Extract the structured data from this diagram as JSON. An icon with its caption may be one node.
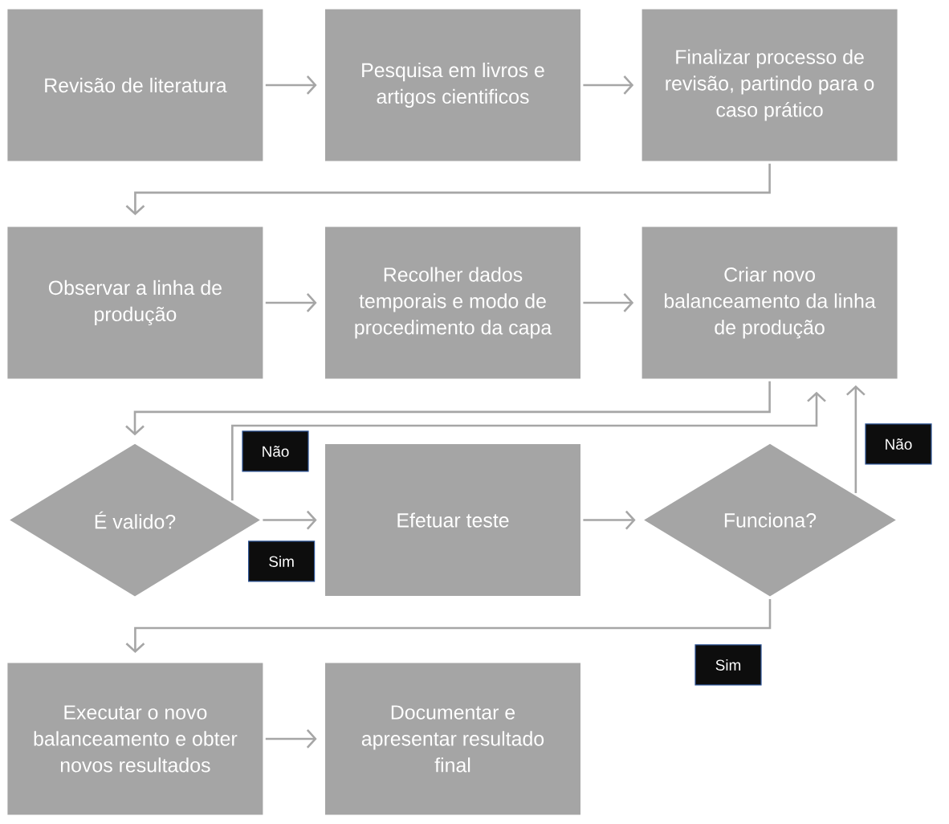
{
  "diagram": {
    "nodes": [
      {
        "text": [
          "Revisão de literatura"
        ]
      },
      {
        "text": [
          "Pesquisa em livros e artigos cientificos"
        ]
      },
      {
        "text": [
          "Finalizar processo de revisão, partindo para o caso prático"
        ]
      },
      {
        "text": [
          "Observar a linha de produção"
        ]
      },
      {
        "text": [
          "Recolher dados temporais e modo de procedimento da capa"
        ]
      },
      {
        "text": [
          "Criar novo balanceamento da linha de produção"
        ]
      },
      {
        "text": [
          "É valido?"
        ]
      },
      {
        "text": [
          "Efetuar teste"
        ]
      },
      {
        "text": [
          "Funciona?"
        ]
      },
      {
        "text": [
          "Executar o novo balanceamento e obter novos resultados"
        ]
      },
      {
        "text": [
          "Documentar e apresentar resultado final"
        ]
      }
    ],
    "edges": [
      {
        "from": 0,
        "to": 1,
        "arrow": "to"
      },
      {
        "from": 1,
        "to": 2,
        "arrow": "to"
      },
      {
        "from": 2,
        "to": 3,
        "arrow": "to"
      },
      {
        "from": 3,
        "to": 4,
        "arrow": "to"
      },
      {
        "from": 4,
        "to": 5,
        "arrow": "to"
      },
      {
        "from": 5,
        "to": 6,
        "arrow": "to"
      },
      {
        "from": 6,
        "to": 7,
        "arrow": "to",
        "label": "Sim"
      },
      {
        "from": 6,
        "to": 5,
        "arrow": "to",
        "label": "Não"
      },
      {
        "from": 7,
        "to": 8,
        "arrow": "to"
      },
      {
        "from": 8,
        "to": 5,
        "arrow": "to",
        "label": "Não"
      },
      {
        "from": 8,
        "to": 9,
        "arrow": "to",
        "label": "Sim"
      },
      {
        "from": 9,
        "to": 10,
        "arrow": "to"
      }
    ]
  }
}
